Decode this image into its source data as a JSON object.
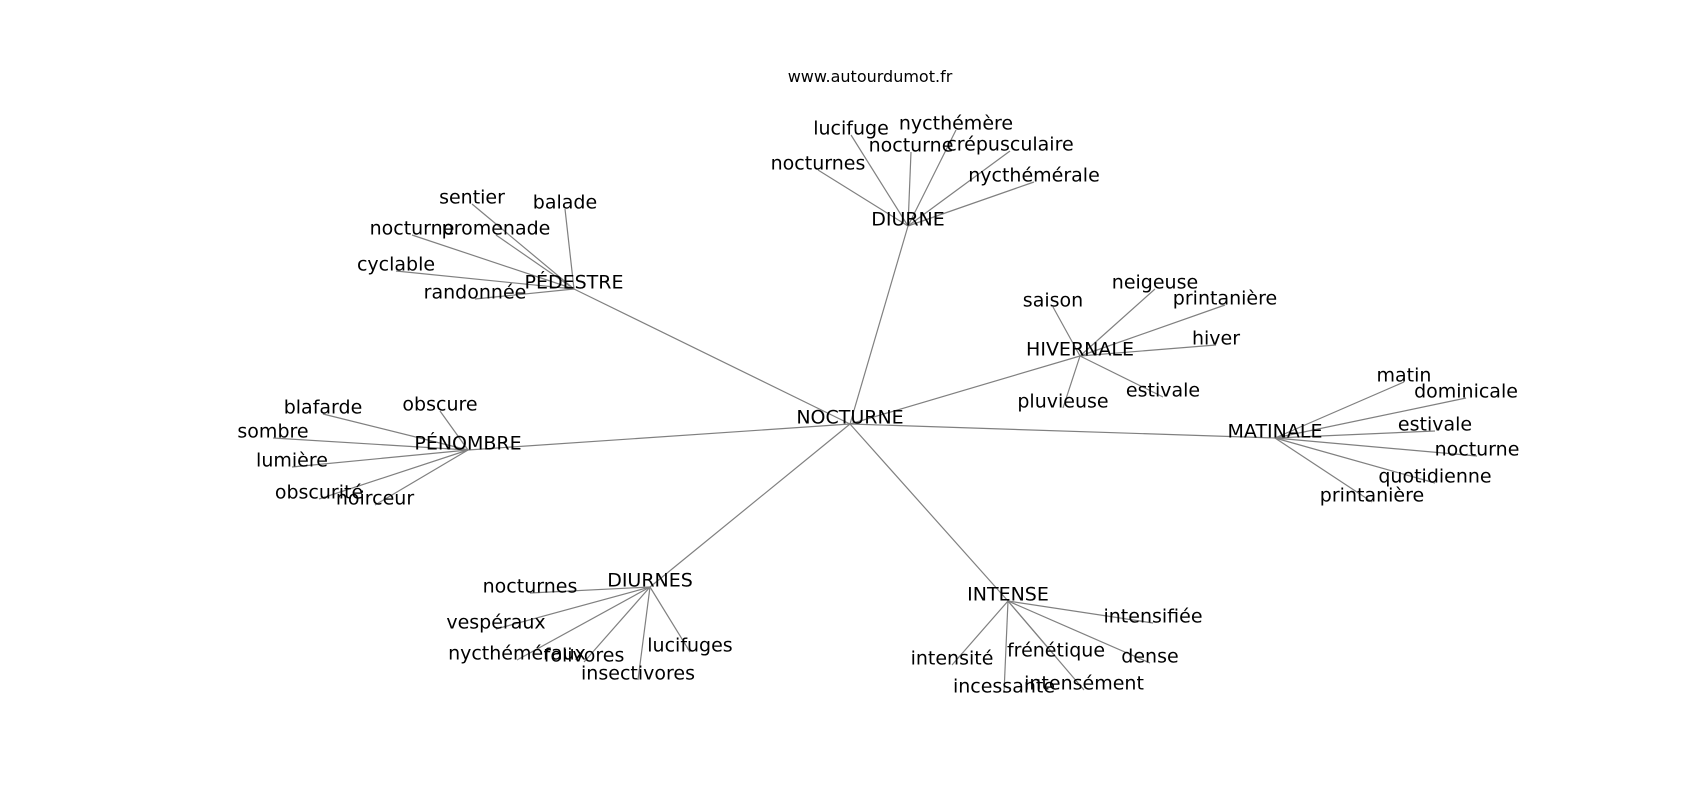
{
  "source_text": "www.autourdumot.fr",
  "center": "NOCTURNE",
  "clusters": [
    {
      "name": "DIURNE",
      "words": [
        "nocturnes",
        "lucifuge",
        "nocturne",
        "nycthémère",
        "crépusculaire",
        "nycthémérale"
      ]
    },
    {
      "name": "PÉDESTRE",
      "words": [
        "sentier",
        "balade",
        "nocturne",
        "promenade",
        "cyclable",
        "randonnée"
      ]
    },
    {
      "name": "HIVERNALE",
      "words": [
        "saison",
        "neigeuse",
        "printanière",
        "hiver",
        "pluvieuse",
        "estivale"
      ]
    },
    {
      "name": "PÉNOMBRE",
      "words": [
        "blafarde",
        "obscure",
        "sombre",
        "lumière",
        "obscurité",
        "noirceur"
      ]
    },
    {
      "name": "MATINALE",
      "words": [
        "matin",
        "dominicale",
        "estivale",
        "nocturne",
        "quotidienne",
        "printanière"
      ]
    },
    {
      "name": "DIURNES",
      "words": [
        "nocturnes",
        "vespéraux",
        "nycthéméraux",
        "folivores",
        "lucifuges",
        "insectivores"
      ]
    },
    {
      "name": "INTENSE",
      "words": [
        "intensifiée",
        "intensité",
        "frénétique",
        "dense",
        "incessante",
        "intensément"
      ]
    }
  ]
}
